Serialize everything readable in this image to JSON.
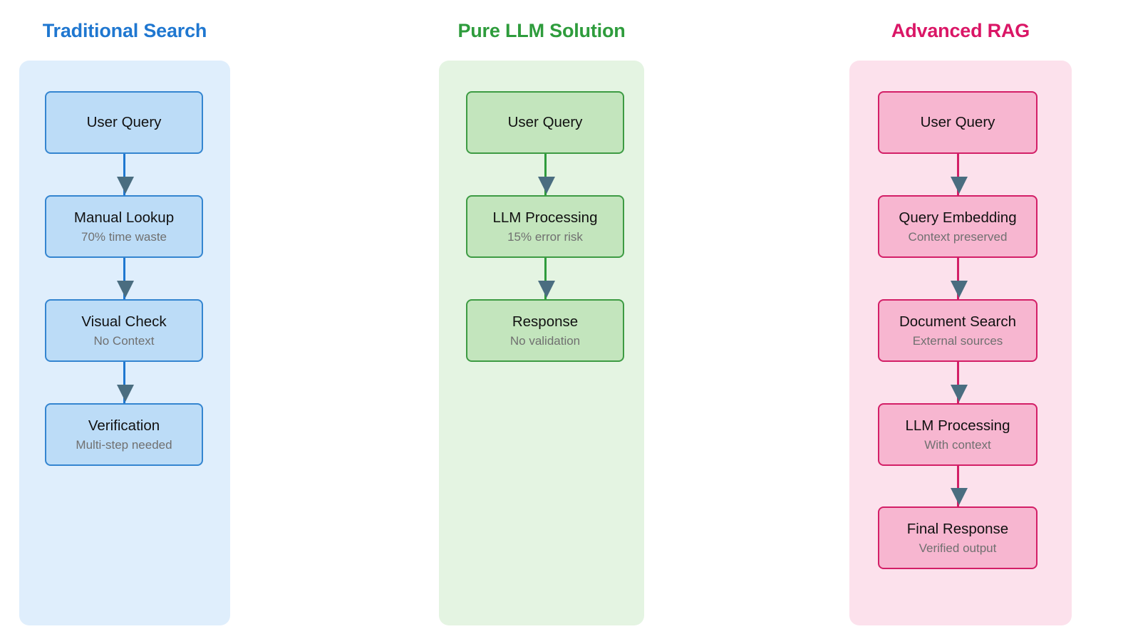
{
  "diagram": {
    "type": "flowchart-comparison",
    "background": "#ffffff",
    "columns": [
      {
        "id": "traditional-search",
        "title": "Traditional Search",
        "title_color": "#1f77d0",
        "panel_color": "#dfeefc",
        "node_fill": "#bcdcf7",
        "node_border": "#3485d0",
        "edge_color": "#1f77d0",
        "arrowhead_color": "#4a6d80",
        "nodes": [
          {
            "title": "User Query",
            "sub": ""
          },
          {
            "title": "Manual Lookup",
            "sub": "70% time waste"
          },
          {
            "title": "Visual Check",
            "sub": "No Context"
          },
          {
            "title": "Verification",
            "sub": "Multi-step needed"
          }
        ]
      },
      {
        "id": "pure-llm-solution",
        "title": "Pure LLM Solution",
        "title_color": "#2e9c3c",
        "panel_color": "#e4f4e2",
        "node_fill": "#c3e5bd",
        "node_border": "#3d9b43",
        "edge_color": "#2e9c3c",
        "arrowhead_color": "#4a6d80",
        "nodes": [
          {
            "title": "User Query",
            "sub": ""
          },
          {
            "title": "LLM Processing",
            "sub": "15% error risk"
          },
          {
            "title": "Response",
            "sub": "No validation"
          }
        ]
      },
      {
        "id": "advanced-rag",
        "title": "Advanced RAG",
        "title_color": "#da1666",
        "panel_color": "#fce1ec",
        "node_fill": "#f7b6d0",
        "node_border": "#d31f67",
        "edge_color": "#d31f67",
        "arrowhead_color": "#4a6d80",
        "nodes": [
          {
            "title": "User Query",
            "sub": ""
          },
          {
            "title": "Query Embedding",
            "sub": "Context preserved"
          },
          {
            "title": "Document Search",
            "sub": "External sources"
          },
          {
            "title": "LLM Processing",
            "sub": "With context"
          },
          {
            "title": "Final Response",
            "sub": "Verified output"
          }
        ]
      }
    ]
  }
}
